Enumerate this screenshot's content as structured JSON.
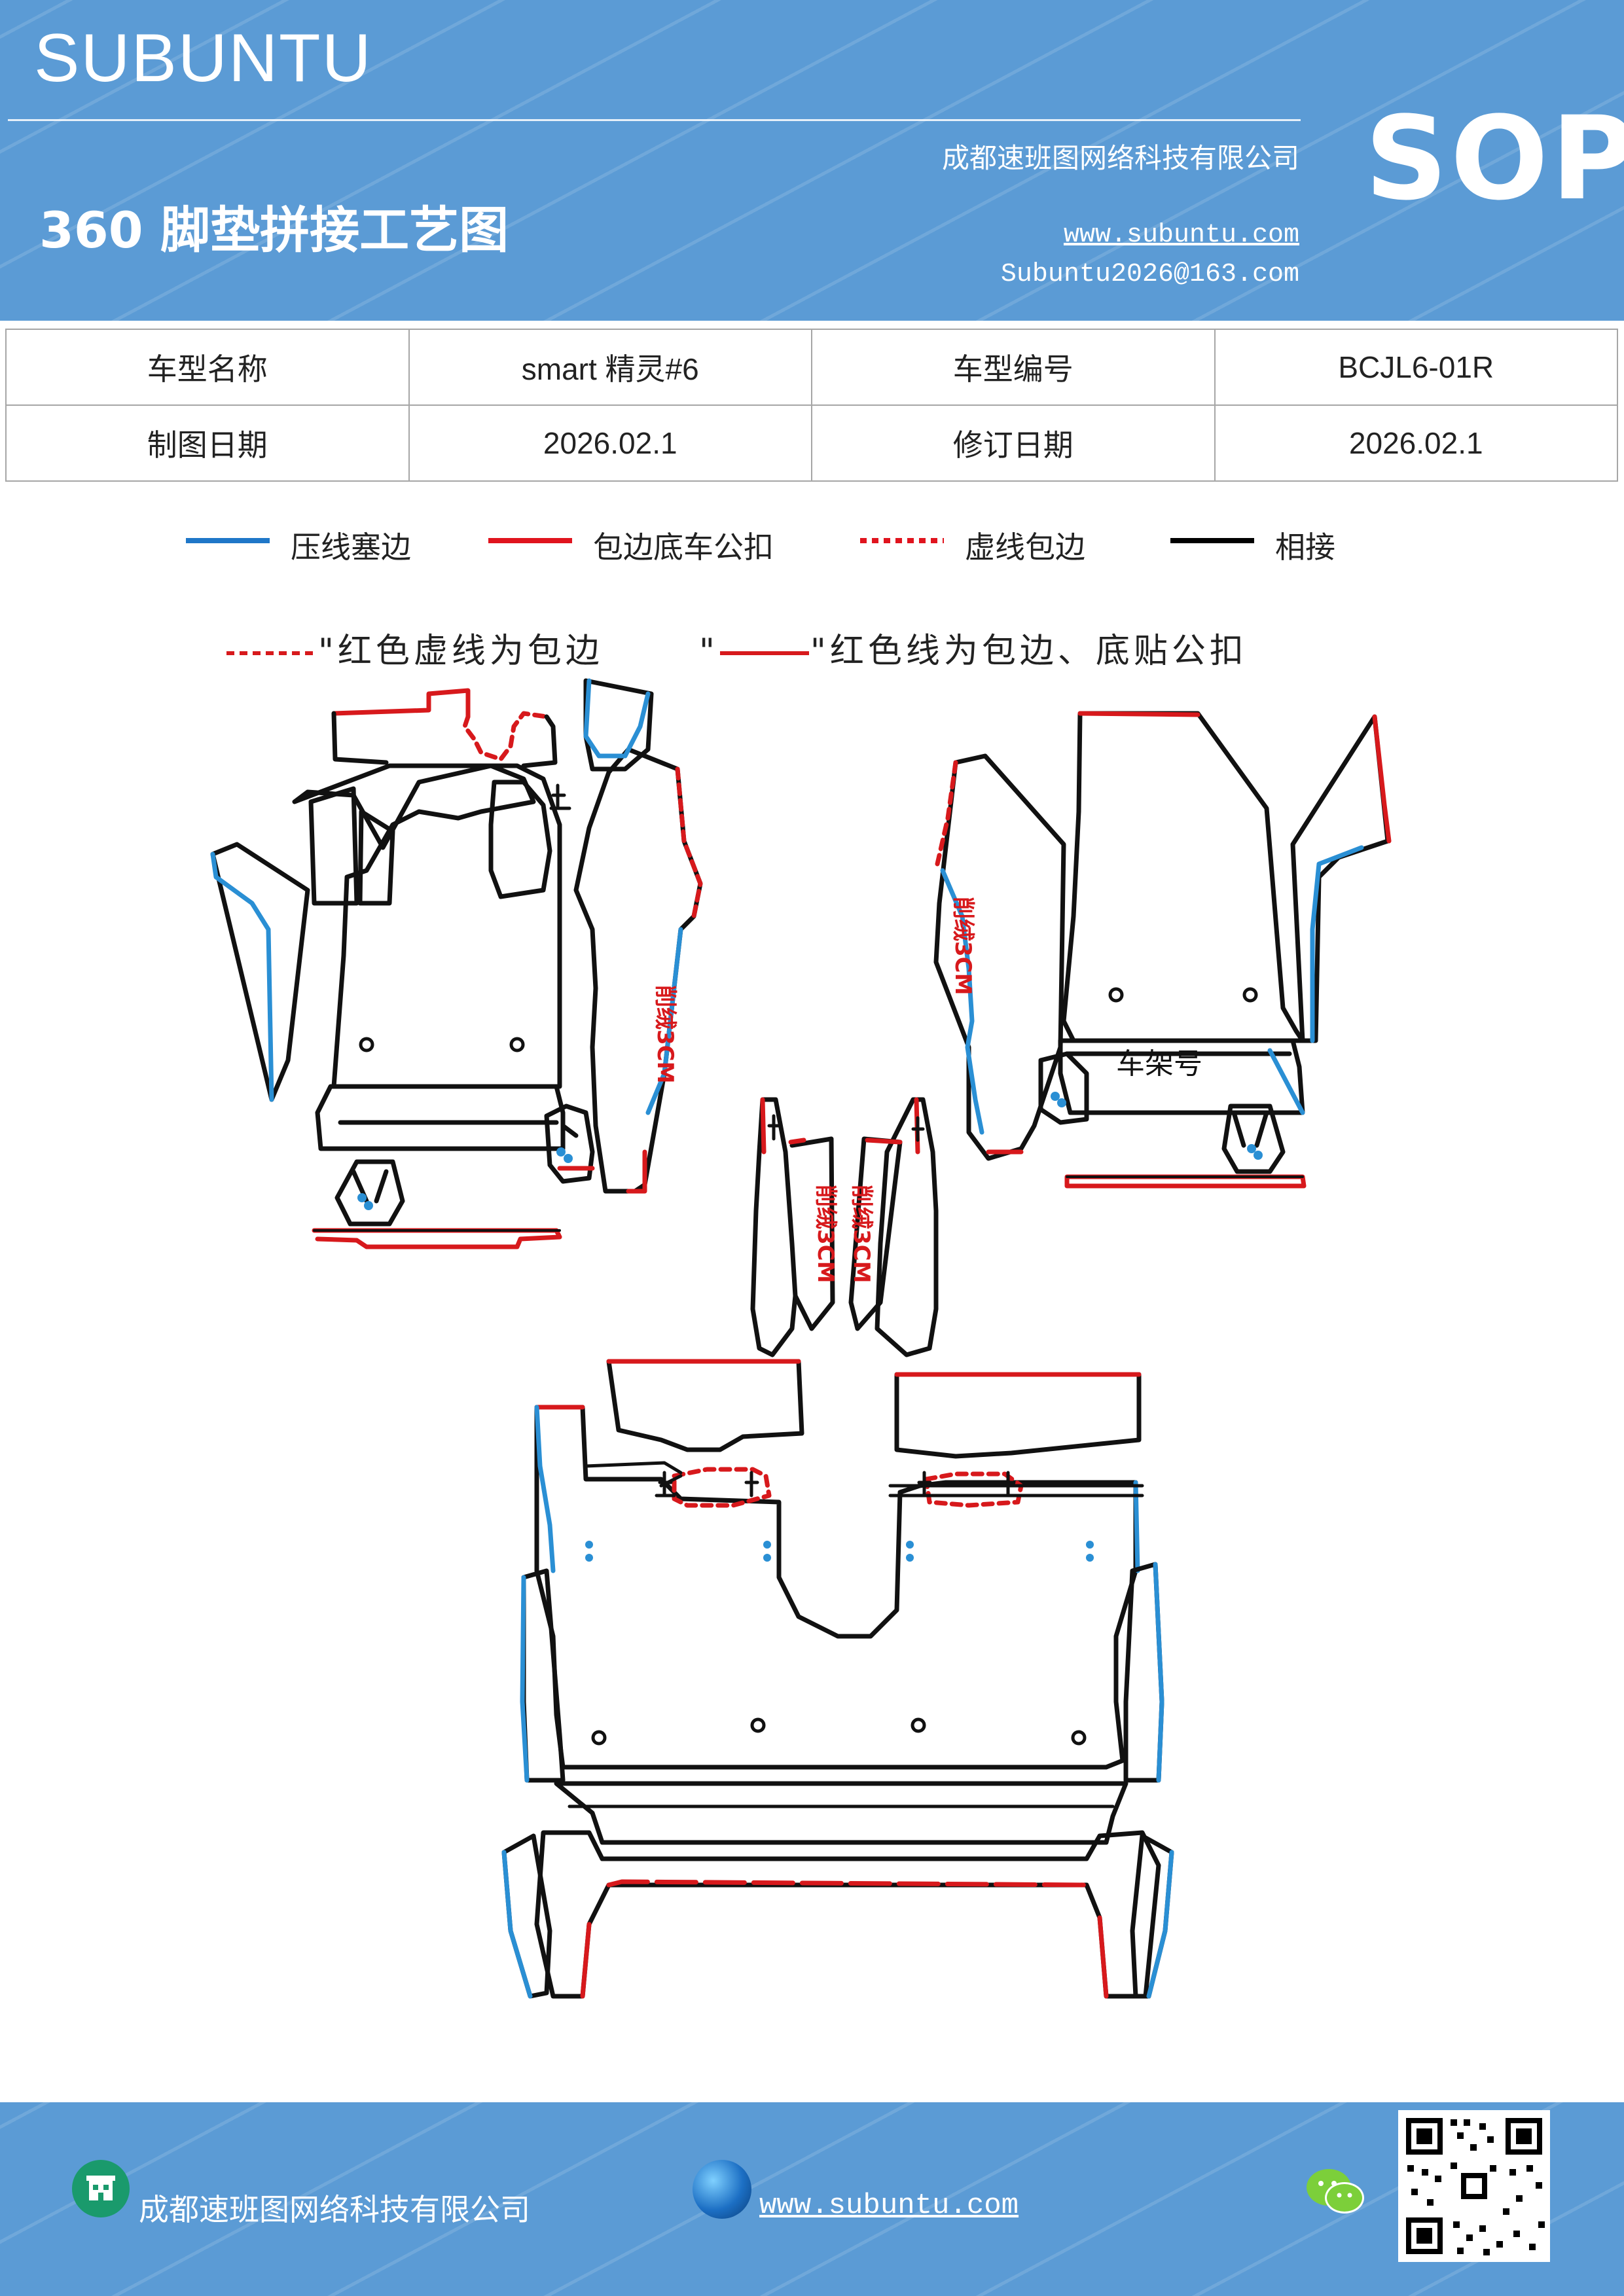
{
  "header": {
    "brand": "SUBUNTU",
    "title": "360 脚垫拼接工艺图",
    "company": "成都速班图网络科技有限公司",
    "website": "www.subuntu.com",
    "email": "Subuntu2026@163.com",
    "badge": "SOP"
  },
  "info_table": {
    "row1": {
      "label1": "车型名称",
      "value1": "smart 精灵#6",
      "label2": "车型编号",
      "value2": "BCJL6-01R"
    },
    "row2": {
      "label1": "制图日期",
      "value1": "2026.02.1",
      "label2": "修订日期",
      "value2": "2026.02.1"
    }
  },
  "legend": [
    {
      "label": "压线塞边",
      "color": "#1f77c8",
      "style": "solid"
    },
    {
      "label": "包边底车公扣",
      "color": "#e0141e",
      "style": "solid"
    },
    {
      "label": "虚线包边",
      "color": "#e0141e",
      "style": "dotted"
    },
    {
      "label": "相接",
      "color": "#000000",
      "style": "solid"
    }
  ],
  "notes": {
    "dashed": "\"红色虚线为包边",
    "solid_prefix": "\"",
    "solid": "\"红色线为包边、底贴公扣"
  },
  "diagram": {
    "shave_labels": [
      "削绒3CM",
      "削绒3CM",
      "削绒3CM",
      "削绒3CM"
    ],
    "vin_label": "车架号",
    "colors": {
      "blue": "#2a8fd4",
      "red": "#d7191c",
      "black": "#111111"
    }
  },
  "footer": {
    "company": "成都速班图网络科技有限公司",
    "website": "www.subuntu.com"
  }
}
